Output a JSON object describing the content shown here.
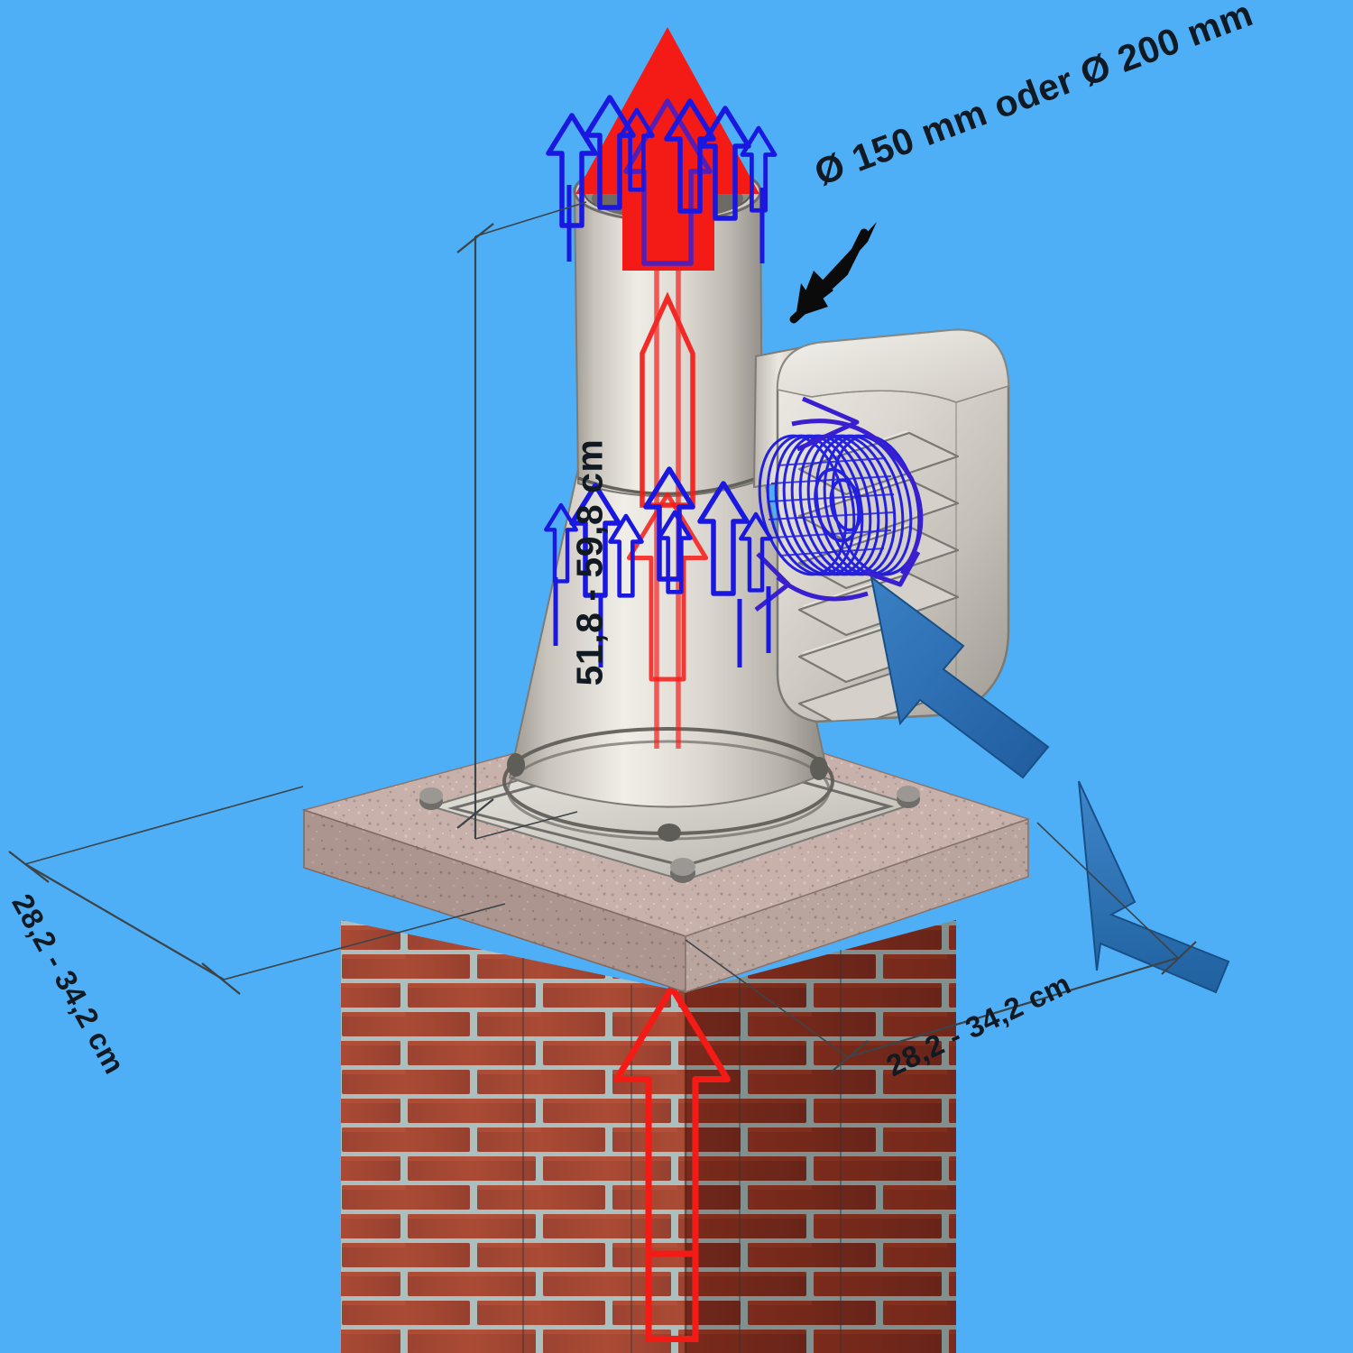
{
  "figure": {
    "title": "Schornstein-Abgasventilator (chimney exhaust fan) technical illustration",
    "background_color": "#4FAFF6"
  },
  "annotations": {
    "diameter_label": "Ø 150 mm oder Ø 200 mm",
    "height_label": "51,8 - 59,8 cm",
    "base_width_left_label": "28,2 - 34,2 cm",
    "base_width_right_label": "28,2 - 34,2 cm"
  },
  "colors": {
    "sky": "#4FAFF6",
    "exhaust_red": "#F41B17",
    "airflow_blue": "#1A18E0",
    "solid_arrow_blue": "#2A6DB2",
    "cowl_gray": "#D7D3CC",
    "cowl_gray_light": "#EDEAE4",
    "cowl_gray_dark": "#A8A49C",
    "granite": "#C3ADA7",
    "granite_dark": "#9D8781",
    "brick_red": "#A83A22",
    "brick_red_dark": "#8C2E1B",
    "mortar": "#BFC6C4",
    "leader_black": "#0B0B0B",
    "dimension_line": "#3C4448"
  },
  "parts": [
    {
      "name": "cowl-stack",
      "label": "cylindrical exhaust cowl"
    },
    {
      "name": "cowl-cone",
      "label": "conical transition skirt"
    },
    {
      "name": "fan-housing",
      "label": "side fan housing with louvers"
    },
    {
      "name": "fan-impeller",
      "label": "blue wireframe impeller"
    },
    {
      "name": "mounting-plate",
      "label": "square bolted mounting plate"
    },
    {
      "name": "chimney-cap",
      "label": "granite chimney capstone"
    },
    {
      "name": "chimney-stack",
      "label": "red brick chimney stack"
    }
  ],
  "flow": {
    "exhaust_direction": "up",
    "intake_direction": "into louvers",
    "rotation": "clockwise"
  }
}
